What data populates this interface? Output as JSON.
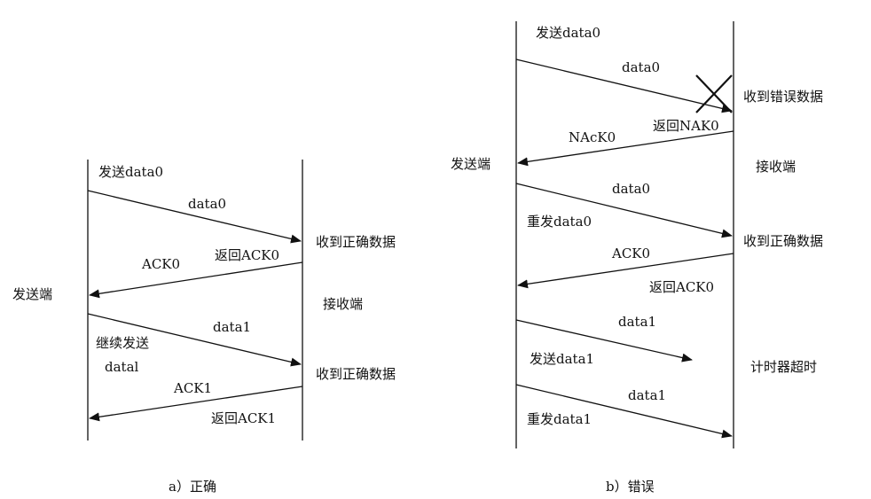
{
  "a": {
    "caption": "a）正确",
    "send_data0": "发送data0",
    "msg_data0": "data0",
    "recv_correct_1": "收到正确数据",
    "msg_ack0": "ACK0",
    "return_ack0": "返回ACK0",
    "sender": "发送端",
    "receiver": "接收端",
    "msg_data1": "data1",
    "continue_send": "继续发送",
    "continue_data": "datal",
    "recv_correct_2": "收到正确数据",
    "msg_ack1": "ACK1",
    "return_ack1": "返回ACK1"
  },
  "b": {
    "caption": "b）错误",
    "send_data0": "发送data0",
    "msg_data0": "data0",
    "recv_error": "收到错误数据",
    "return_nak0": "返回NAK0",
    "msg_nak0": "NAcK0",
    "sender": "发送端",
    "receiver": "接收端",
    "msg_data0_resend": "data0",
    "resend_data0": "重发data0",
    "recv_correct": "收到正确数据",
    "msg_ack0": "ACK0",
    "return_ack0": "返回ACK0",
    "msg_data1": "data1",
    "send_data1": "发送data1",
    "timer_timeout": "计时器超时",
    "msg_data1_resend": "data1",
    "resend_data1": "重发data1"
  }
}
